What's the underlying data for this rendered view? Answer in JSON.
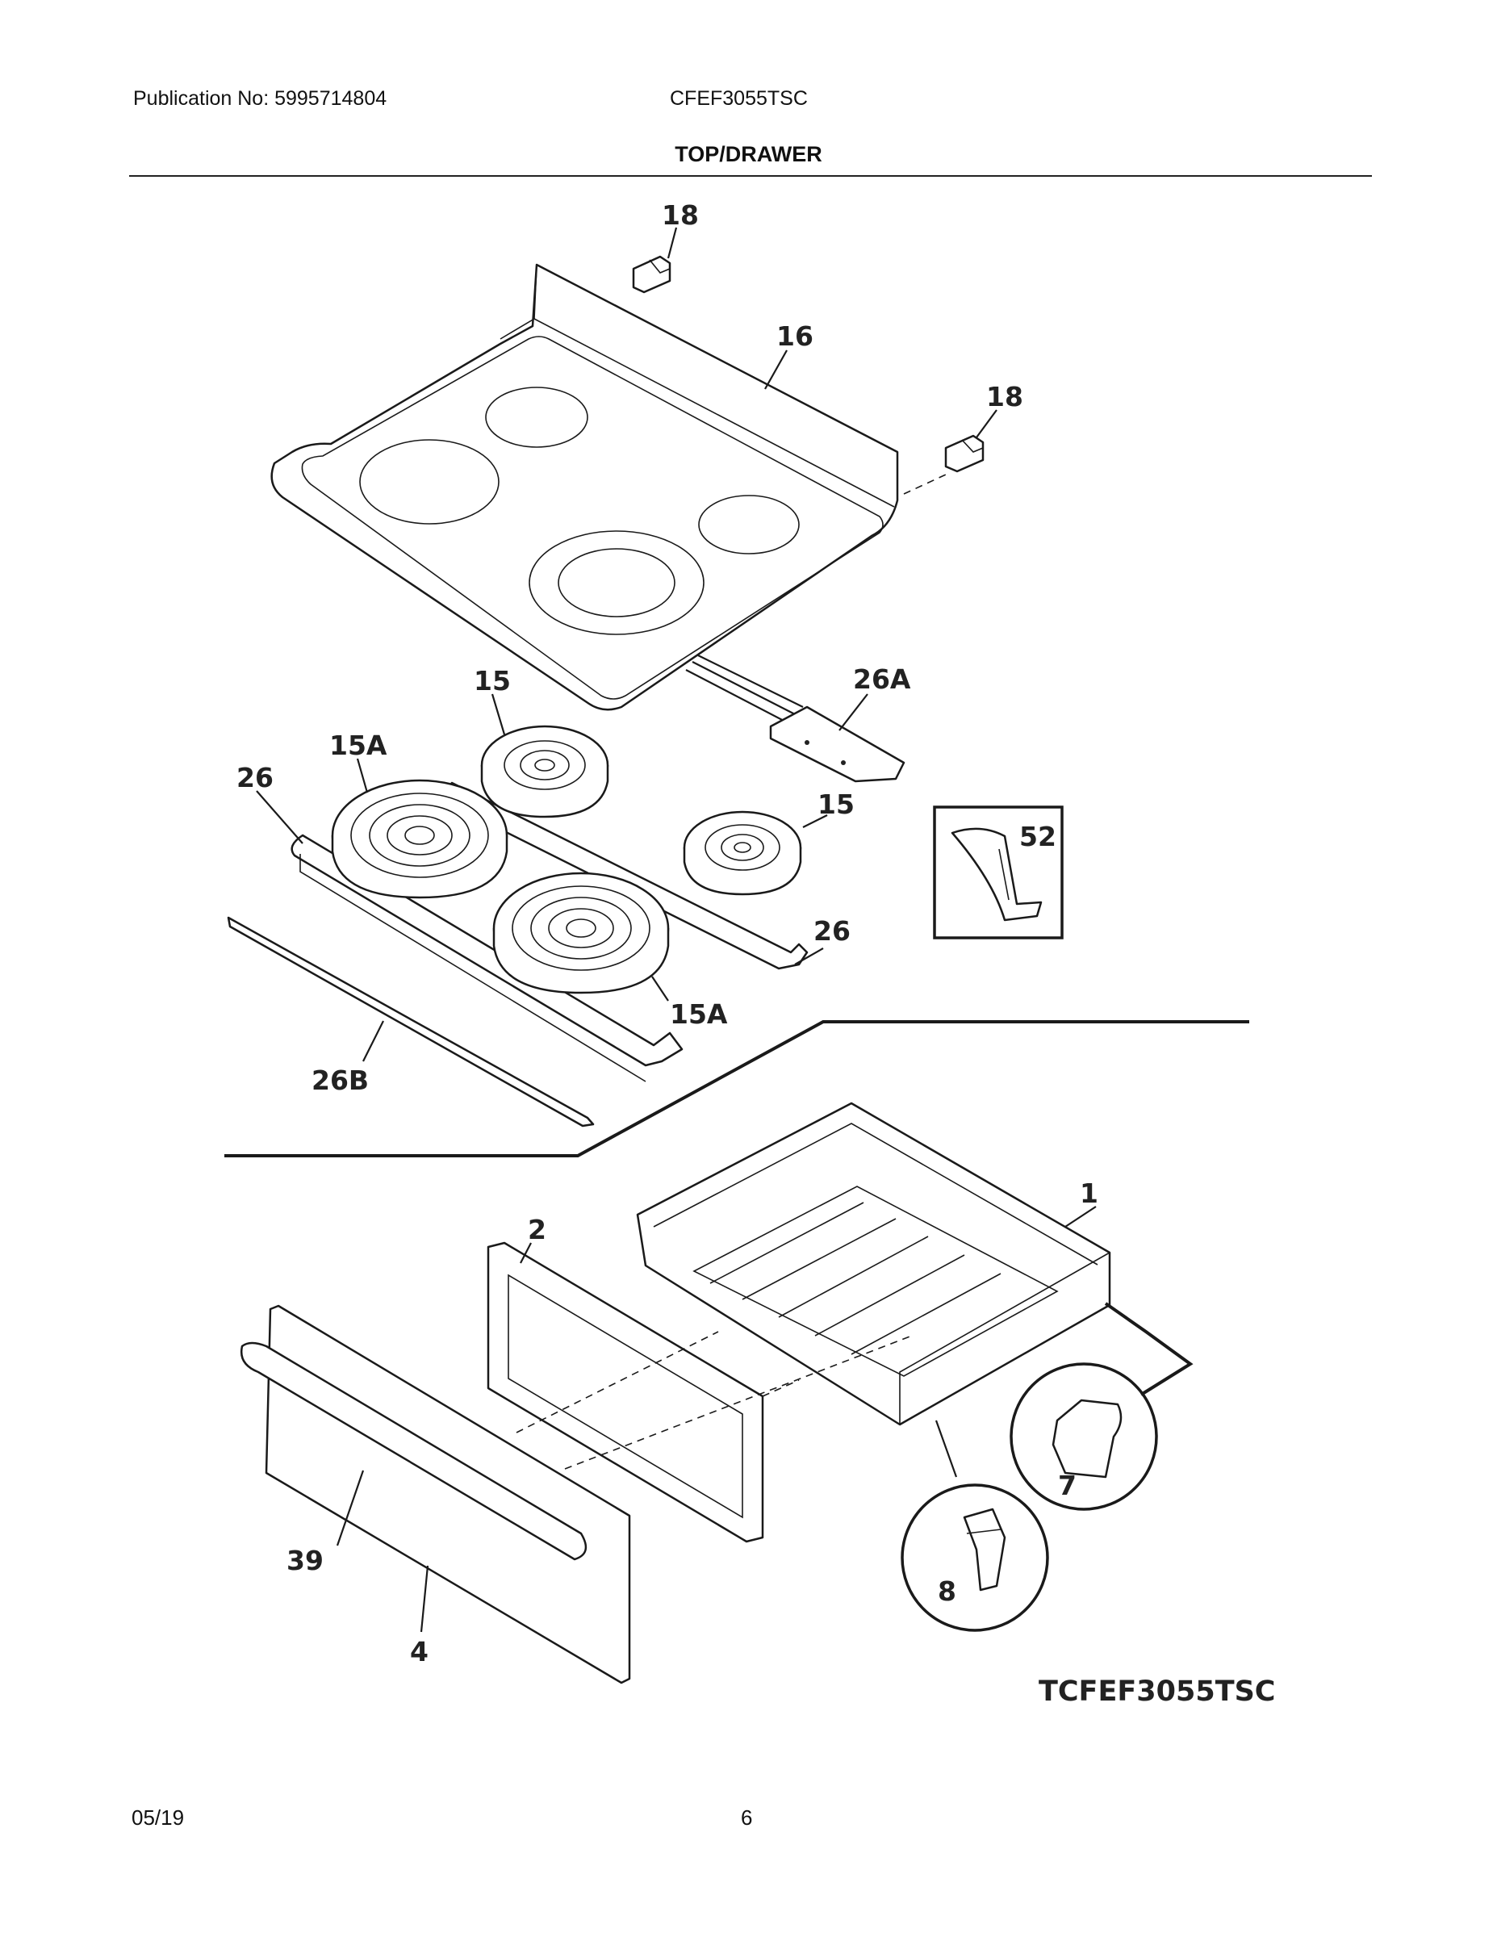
{
  "header": {
    "publication": "Publication No: 5995714804",
    "model": "CFEF3055TSC",
    "section_title": "TOP/DRAWER"
  },
  "callouts": {
    "c18a": "18",
    "c16": "16",
    "c18b": "18",
    "c15a": "15",
    "c26a": "26A",
    "c15A_1": "15A",
    "c26_1": "26",
    "c15b": "15",
    "c52": "52",
    "c26_2": "26",
    "c15A_2": "15A",
    "c26b": "26B",
    "c1": "1",
    "c2": "2",
    "c7": "7",
    "c8": "8",
    "c39": "39",
    "c4": "4"
  },
  "diagram_code": "TCFEF3055TSC",
  "footer": {
    "date": "05/19",
    "page_number": "6"
  }
}
